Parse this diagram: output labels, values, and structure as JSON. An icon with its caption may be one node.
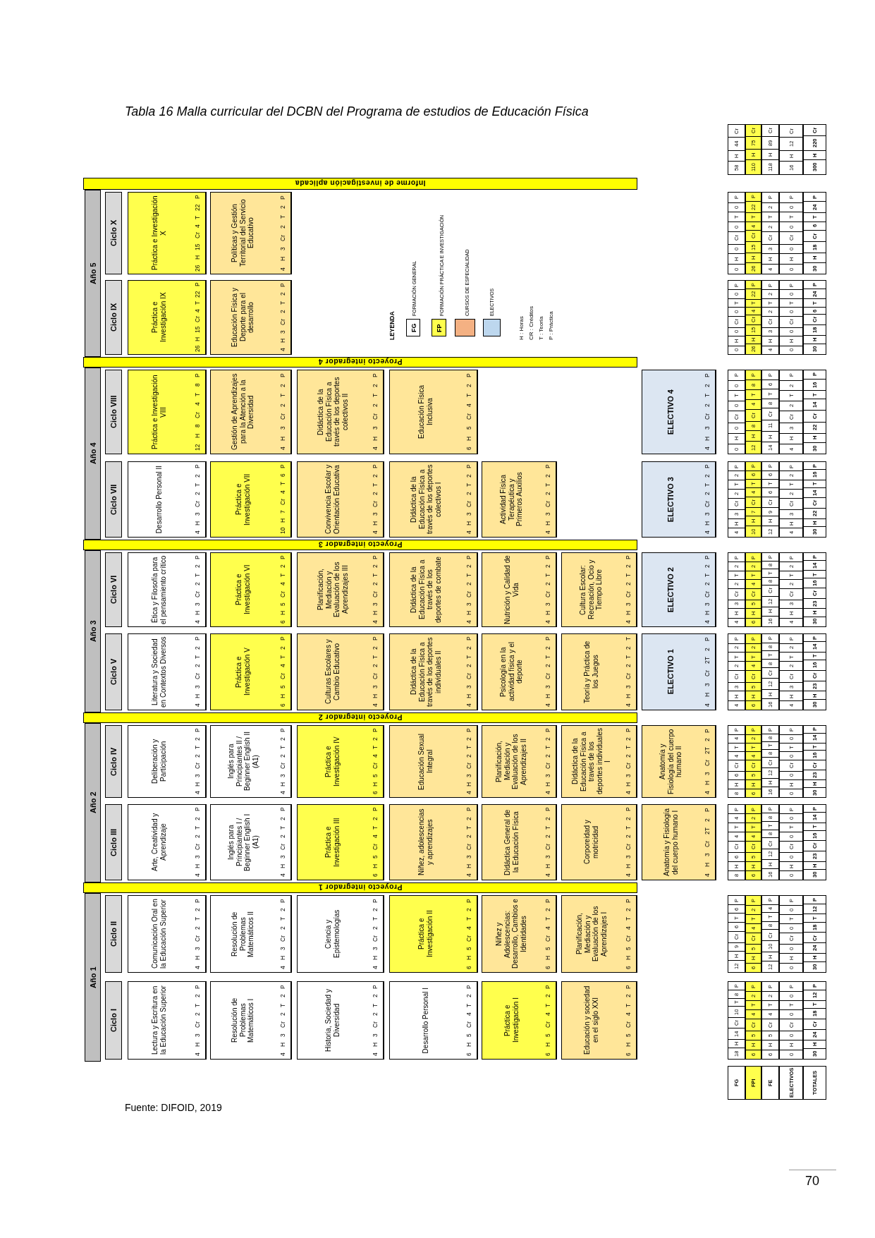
{
  "diagram": {
    "title": "Tabla 16 Malla curricular del DCBN del Programa de estudios de Educación Física",
    "nodes": [
      {
        "text": [
          "Año 1"
        ]
      },
      {
        "text": [
          "Ciclo I"
        ]
      },
      {
        "text": [
          "Lectura y Escritura en la Educación Superior",
          "4 H 3 Cr 2 T 2 P"
        ]
      },
      {
        "text": [
          "Resolución de Problemas Matemáticos I",
          "4 H 3 Cr 2 T 2 P"
        ]
      },
      {
        "text": [
          "Historia, Sociedad y Diversidad",
          "4 H 3 Cr 2 T 2 P"
        ]
      },
      {
        "text": [
          "Desarrollo Personal I",
          "6 H 5 Cr 4 T 2 P"
        ]
      },
      {
        "text": [
          "Práctica e Investigación I",
          "6 H 5 Cr 4 T 2 P"
        ]
      },
      {
        "text": [
          "Educación y sociedad en el siglo XXI",
          "6 H 5 Cr 4 T 2 P"
        ]
      },
      {
        "text": [
          "Ciclo II"
        ]
      },
      {
        "text": [
          "Comunicación Oral en la Educación Superior",
          "4 H 3 Cr 2 T 2 P"
        ]
      },
      {
        "text": [
          "Resolución de Problemas Matemáticos II",
          "4 H 3 Cr 2 T 2 P"
        ]
      },
      {
        "text": [
          "Ciencia y Epistemologías",
          "4 H 3 Cr 2 T 2 P"
        ]
      },
      {
        "text": [
          "Práctica e Investigación II",
          "6 H 5 Cr 4 T 2 P"
        ]
      },
      {
        "text": [
          "Niñez y Adolescencias: Desarrollo, Cambios e Identidades",
          "6 H 5 Cr 4 T 2 P"
        ]
      },
      {
        "text": [
          "Planificación, Mediación y Evaluación de los Aprendizajes I",
          "6 H 5 Cr 4 T 2 P"
        ]
      },
      {
        "text": [
          "Proyecto integrador 1"
        ]
      },
      {
        "text": [
          "Año 2"
        ]
      },
      {
        "text": [
          "Ciclo III"
        ]
      },
      {
        "text": [
          "Arte, Creatividad y Aprendizaje",
          "4 H 3 Cr 2 T 2 P"
        ]
      },
      {
        "text": [
          "Inglés para Principiantes I / Beginner English I (A1)",
          "4 H 3 Cr 2 T 2 P"
        ]
      },
      {
        "text": [
          "Práctica e Investigación III",
          "6 H 5 Cr 4 T 2 P"
        ]
      },
      {
        "text": [
          "Niñez, adolescencias y aprendizajes",
          "4 H 3 Cr 2 T 2 P"
        ]
      },
      {
        "text": [
          "Didáctica General de la Educación Física",
          "4 H 3 Cr 2 T 2 P"
        ]
      },
      {
        "text": [
          "Corporeidad y motricidad",
          "4 H 3 Cr 2 T 2 P"
        ]
      },
      {
        "text": [
          "Anatomía y Fisiología del cuerpo humano I",
          "4 H 3 Cr 2T 2 P"
        ]
      },
      {
        "text": [
          "Ciclo IV"
        ]
      },
      {
        "text": [
          "Deliberación y Participación",
          "4 H 3 Cr 2 T 2 P"
        ]
      },
      {
        "text": [
          "Inglés para Principiantes II / Beginner English II (A1)",
          "4 H 3 Cr 2 T 2 P"
        ]
      },
      {
        "text": [
          "Práctica e Investigación IV",
          "6 H 5 Cr 4 T 2 P"
        ]
      },
      {
        "text": [
          "Educación Sexual Integral",
          "4 H 3 Cr 2 T 2 P"
        ]
      },
      {
        "text": [
          "Planificación, Mediación y Evaluación de los Aprendizajes II",
          "4 H 3 Cr 2 T 2 P"
        ]
      },
      {
        "text": [
          "Didáctica de la Educación Física a través de los deportes individuales I",
          "4 H 3 Cr 2 T 2 P"
        ]
      },
      {
        "text": [
          "Anatomía y Fisiología del cuerpo humano II",
          "4 H 3 Cr 2T 2 P"
        ]
      },
      {
        "text": [
          "Proyecto integrador 2"
        ]
      },
      {
        "text": [
          "Año 3"
        ]
      },
      {
        "text": [
          "Ciclo V"
        ]
      },
      {
        "text": [
          "Literatura y Sociedad en Contextos Diversos",
          "4 H 3 Cr 2 T 2 P"
        ]
      },
      {
        "text": [
          "Práctica e Investigación V",
          "6 H 5 Cr 4 T 2 P"
        ]
      },
      {
        "text": [
          "Culturas Escolares y Cambio Educativo",
          "4 H 3 Cr 2 T 2 P"
        ]
      },
      {
        "text": [
          "Didáctica de la Educación Física a través de los deportes individuales II",
          "4 H 3 Cr 2 T 2 P"
        ]
      },
      {
        "text": [
          "Psicología en la actividad física y el deporte",
          "4 H 3 Cr 2 T 2 P"
        ]
      },
      {
        "text": [
          "Teoría y Práctica de los Juegos",
          "4 H 3 Cr 2 T 2 T"
        ]
      },
      {
        "text": [
          "ELECTIVO 1",
          "4 H 3 Cr 2T 2 P"
        ]
      },
      {
        "text": [
          "Ciclo VI"
        ]
      },
      {
        "text": [
          "Ética y Filosofía para el pensamiento crítico",
          "4 H 3 Cr 2 T 2 P"
        ]
      },
      {
        "text": [
          "Práctica e Investigación VI",
          "6 H 5 Cr 4 T 2 P"
        ]
      },
      {
        "text": [
          "Planificación, Mediación y Evaluación de los Aprendizajes III",
          "4 H 3 Cr 2 T 2 P"
        ]
      },
      {
        "text": [
          "Didáctica de la Educación Física a través de los deportes de combate",
          "4 H 3 Cr 2 T 2 P"
        ]
      },
      {
        "text": [
          "Nutrición y Calidad de Vida",
          "4 H 3 Cr 2 T 2 P"
        ]
      },
      {
        "text": [
          "Cultura Escolar: Recreación, Ocio y Tiempo Libre",
          "4 H 3 Cr 2 T 2 P"
        ]
      },
      {
        "text": [
          "ELECTIVO 2",
          "4 H 3 Cr 2 T 2 P"
        ]
      },
      {
        "text": [
          "Proyecto integrador 3"
        ]
      },
      {
        "text": [
          "Año 4"
        ]
      },
      {
        "text": [
          "Ciclo VII"
        ]
      },
      {
        "text": [
          "Desarrollo Personal II",
          "4 H 3 Cr 2 T 2 P"
        ]
      },
      {
        "text": [
          "Práctica e Investigación VII",
          "10 H 7 Cr 4 T 6 P"
        ]
      },
      {
        "text": [
          "Convivencia Escolar y Orientación Educativa",
          "4 H 3 Cr 2 T 2 P"
        ]
      },
      {
        "text": [
          "Didáctica de la Educación Física a través de los deportes colectivos I",
          "4 H 3 Cr 2 T 2 P"
        ]
      },
      {
        "text": [
          "Actividad Física Terapéutica y Primeros Auxilios",
          "4 H 3 Cr 2 T 2 P"
        ]
      },
      {
        "text": [
          "ELECTIVO 3",
          "4 H 3 Cr 2 T 2 P"
        ]
      },
      {
        "text": [
          "Ciclo VIII"
        ]
      },
      {
        "text": [
          "Práctica e Investigación VIII",
          "12 H 8 Cr 4 T 8 P"
        ]
      },
      {
        "text": [
          "Gestión de Aprendizajes para la Atención a la Diversidad",
          "4 H 3 Cr 2 T 2 P"
        ]
      },
      {
        "text": [
          "Didáctica de la Educación Física a través de los deportes colectivos II",
          "4 H 3 Cr 2 T 2 P"
        ]
      },
      {
        "text": [
          "Educación Física Inclusiva",
          "6 H 5 Cr 4 T 2 P"
        ]
      },
      {
        "text": [
          "ELECTIVO 4",
          "4 H 3 Cr 2 T 2 P"
        ]
      },
      {
        "text": [
          "Proyecto integrador 4"
        ]
      },
      {
        "text": [
          "Año 5"
        ]
      },
      {
        "text": [
          "Ciclo IX"
        ]
      },
      {
        "text": [
          "Práctica e Investigación IX",
          "26 H 15 Cr 4 T 22 P"
        ]
      },
      {
        "text": [
          "Educación Física y Deporte para el desarrollo",
          "4 H 3 Cr 2 T 2 P"
        ]
      },
      {
        "text": [
          "Ciclo X"
        ]
      },
      {
        "text": [
          "Práctica e Investigación X",
          "26 H 15 Cr 4 T 22 P"
        ]
      },
      {
        "text": [
          "Políticas y Gestión Territorial del Servicio Educativo",
          "4 H 3 Cr 2 T 2 P"
        ]
      },
      {
        "text": [
          "Informe de investigación aplicada"
        ]
      }
    ],
    "labels": [
      "FG",
      "FPI",
      "FE",
      "ELECTIVOS",
      "TOTALES",
      "18 H 14 Cr 10 T 8 P",
      "6 H 5 Cr 4 T 2 P",
      "6 H 5 Cr 4 T 2 P",
      "0 H 0 Cr 0 T 0 P",
      "30 H 24 Cr 18 T 12 P",
      "12 H 9 Cr 6 T 6 P",
      "6 H 5 Cr 4 T 2 P",
      "12 H 10 Cr 8 T 4 P",
      "0 H 0 Cr 0 T 0 P",
      "30 H 24 Cr 18 T 12 P",
      "8 H 6 Cr 4 T 4 P",
      "6 H 5 Cr 4 T 2 P",
      "16 H 12 Cr 8 T 8 P",
      "0 H 0 Cr 0 T 0 P",
      "30 H 23 Cr 16 T 14 P",
      "8 H 6 Cr 4 T 4 P",
      "6 H 5 Cr 4 T 2 P",
      "16 H 12 Cr 8 T 8 P",
      "0 H 0 Cr 0 T 0 P",
      "30 H 23 Cr 16 T 14 P",
      "4 H 3 Cr 2 T 2 P",
      "6 H 5 Cr 4 T 2 P",
      "16 H 12 Cr 8 T 8 P",
      "4 H 3 Cr 2 T 2 P",
      "30 H 23 Cr 16 T 14 P",
      "4 H 3 Cr 2 T 2 P",
      "6 H 5 Cr 4 T 2 P",
      "16 H 12 Cr 8 T 8 P",
      "4 H 3 Cr 2 T 2 P",
      "30 H 23 Cr 16 T 14 P",
      "4 H 3 Cr 2 T 2 P",
      "10 H 7 Cr 4 T 6 P",
      "12 H 9 Cr 6 T 6 P",
      "4 H 3 Cr 2 T 2 P",
      "30 H 22 Cr 14 T 16 P",
      "0 H 0 Cr 0 T 0 P",
      "12 H 8 Cr 4 T 8 P",
      "14 H 11 Cr 8 T 6 P",
      "4 H 3 Cr 2 T 2 P",
      "30 H 22 Cr 14 T 16 P",
      "0 H 0 Cr 0 T 0 P",
      "26 H 15 Cr 4 T 22 P",
      "4 H 3 Cr 2 T 2 P",
      "0 H 0 Cr 0 T 0 P",
      "30 H 18 Cr 6 T 24 P",
      "0 H 0 Cr 0 T 0 P",
      "26 H 15 Cr 4 T 22 P",
      "4 H 3 Cr 2 T 2 P",
      "0 H 0 Cr 0 T 0 P",
      "30 H 18 Cr 6 T 24 P",
      "58 H 44 Cr",
      "110 H 75 Cr",
      "118 H 89 Cr",
      "16 H 12 Cr",
      "300 H 220 Cr",
      "LEYENDA",
      "FG",
      "FP",
      "H : Horas",
      "CR : Créditos",
      "T : Teoría",
      "P : Práctica",
      "Fuente: DIFOID, 2019",
      "70"
    ],
    "legend": [
      {
        "text": "FORMACIÓN GENERAL",
        "color": "#ffffff"
      },
      {
        "text": "FORMACIÓN PRÁCTICA E INVESTIGACIÓN",
        "color": "#ffff4d"
      },
      {
        "text": "CURSOS DE ESPECIALIDAD",
        "color": "#f4b183"
      },
      {
        "text": "ELECTIVOS",
        "color": "#bdd7ee"
      }
    ]
  }
}
